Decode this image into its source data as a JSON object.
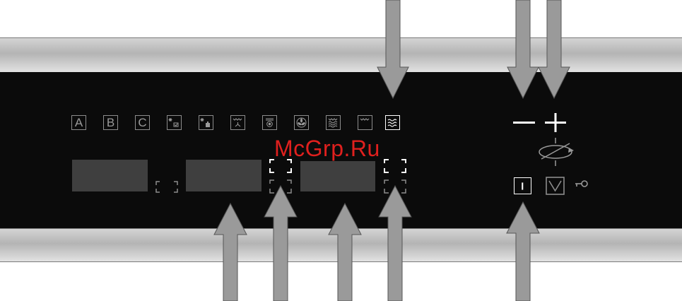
{
  "panel": {
    "letter_buttons": [
      "A",
      "B",
      "C"
    ],
    "function_icons": [
      "defrost-icon",
      "defrost-weight-icon",
      "fan-grill-icon",
      "bottom-heat-fan-icon",
      "fan-icon",
      "top-bottom-heat-icon",
      "bottom-heat-icon",
      "grill-icon"
    ],
    "selected_mode": "grill-icon",
    "minus_label": "−",
    "plus_label": "+",
    "watermark": "McGrp.Ru"
  },
  "colors": {
    "panel": "#0b0b0b",
    "display": "#3f3f3f",
    "symbol": "#8d8d8d",
    "active": "#ffffff",
    "arrow": "#9a9a9a",
    "watermark": "#e0201e"
  }
}
